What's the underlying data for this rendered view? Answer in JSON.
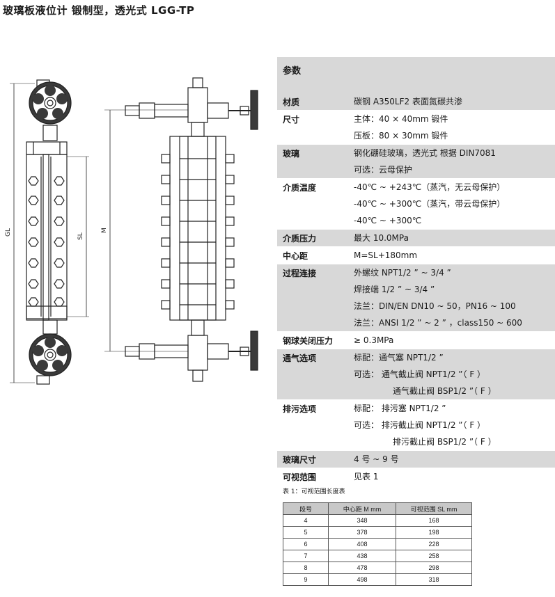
{
  "title": "玻璃板液位计 锻制型，透光式 LGG-TP",
  "drawing": {
    "dim_gl": "GL",
    "dim_sl": "SL",
    "dim_m": "M"
  },
  "spec": {
    "header": "参数",
    "rows": [
      {
        "label": "材质",
        "lines": [
          "碳钢 A350LF2 表面氮碳共渗"
        ],
        "shade": "gray"
      },
      {
        "label": "尺寸",
        "lines": [
          "主体：40 × 40mm 锻件",
          "压板：80 × 30mm 锻件"
        ],
        "shade": "white"
      },
      {
        "label": "玻璃",
        "lines": [
          "钢化硼硅玻璃，透光式 根据 DIN7081",
          "可选：云母保护"
        ],
        "shade": "gray"
      },
      {
        "label": "介质温度",
        "lines": [
          "-40℃ ~ +243℃（蒸汽，无云母保护）",
          "-40℃ ~ +300℃（蒸汽，带云母保护）",
          "-40℃ ~ +300℃"
        ],
        "shade": "white"
      },
      {
        "label": "介质压力",
        "lines": [
          "最大 10.0MPa"
        ],
        "shade": "gray"
      },
      {
        "label": "中心距",
        "lines": [
          "M=SL+180mm"
        ],
        "shade": "white"
      },
      {
        "label": "过程连接",
        "lines": [
          "外螺纹 NPT1/2 ” ~ 3/4 ”",
          "焊接端 1/2 ” ~ 3/4 ”",
          "法兰：DIN/EN   DN10 ~ 50，PN16 ~ 100",
          "法兰：ANSI   1/2 ” ~ 2 ” ，class150 ~ 600"
        ],
        "shade": "gray"
      },
      {
        "label": "钢球关闭压力",
        "lines": [
          "≥ 0.3MPa"
        ],
        "shade": "white"
      },
      {
        "label": "通气选项",
        "lines": [
          "标配：通气塞 NPT1/2 ”",
          "可选：   通气截止阀 NPT1/2 ”（ F ）",
          "通气截止阀 BSP1/2 ”（ F ）"
        ],
        "indent": [
          2
        ],
        "shade": "gray"
      },
      {
        "label": "排污选项",
        "lines": [
          "标配：  排污塞 NPT1/2 ”",
          "可选：  排污截止阀 NPT1/2 ”（ F ）",
          "排污截止阀 BSP1/2 ”（ F ）"
        ],
        "indent": [
          2
        ],
        "shade": "white"
      },
      {
        "label": "玻璃尺寸",
        "lines": [
          "4 号 ~ 9 号"
        ],
        "shade": "gray"
      },
      {
        "label": "可视范围",
        "lines": [
          "见表 1"
        ],
        "shade": "white"
      }
    ]
  },
  "table_caption": "表 1：可视范围长度表",
  "sl_table": {
    "headers": [
      "段号",
      "中心距  M mm",
      "可视范围 SL mm"
    ],
    "rows": [
      [
        "4",
        "348",
        "168"
      ],
      [
        "5",
        "378",
        "198"
      ],
      [
        "6",
        "408",
        "228"
      ],
      [
        "7",
        "438",
        "258"
      ],
      [
        "8",
        "478",
        "298"
      ],
      [
        "9",
        "498",
        "318"
      ]
    ]
  }
}
